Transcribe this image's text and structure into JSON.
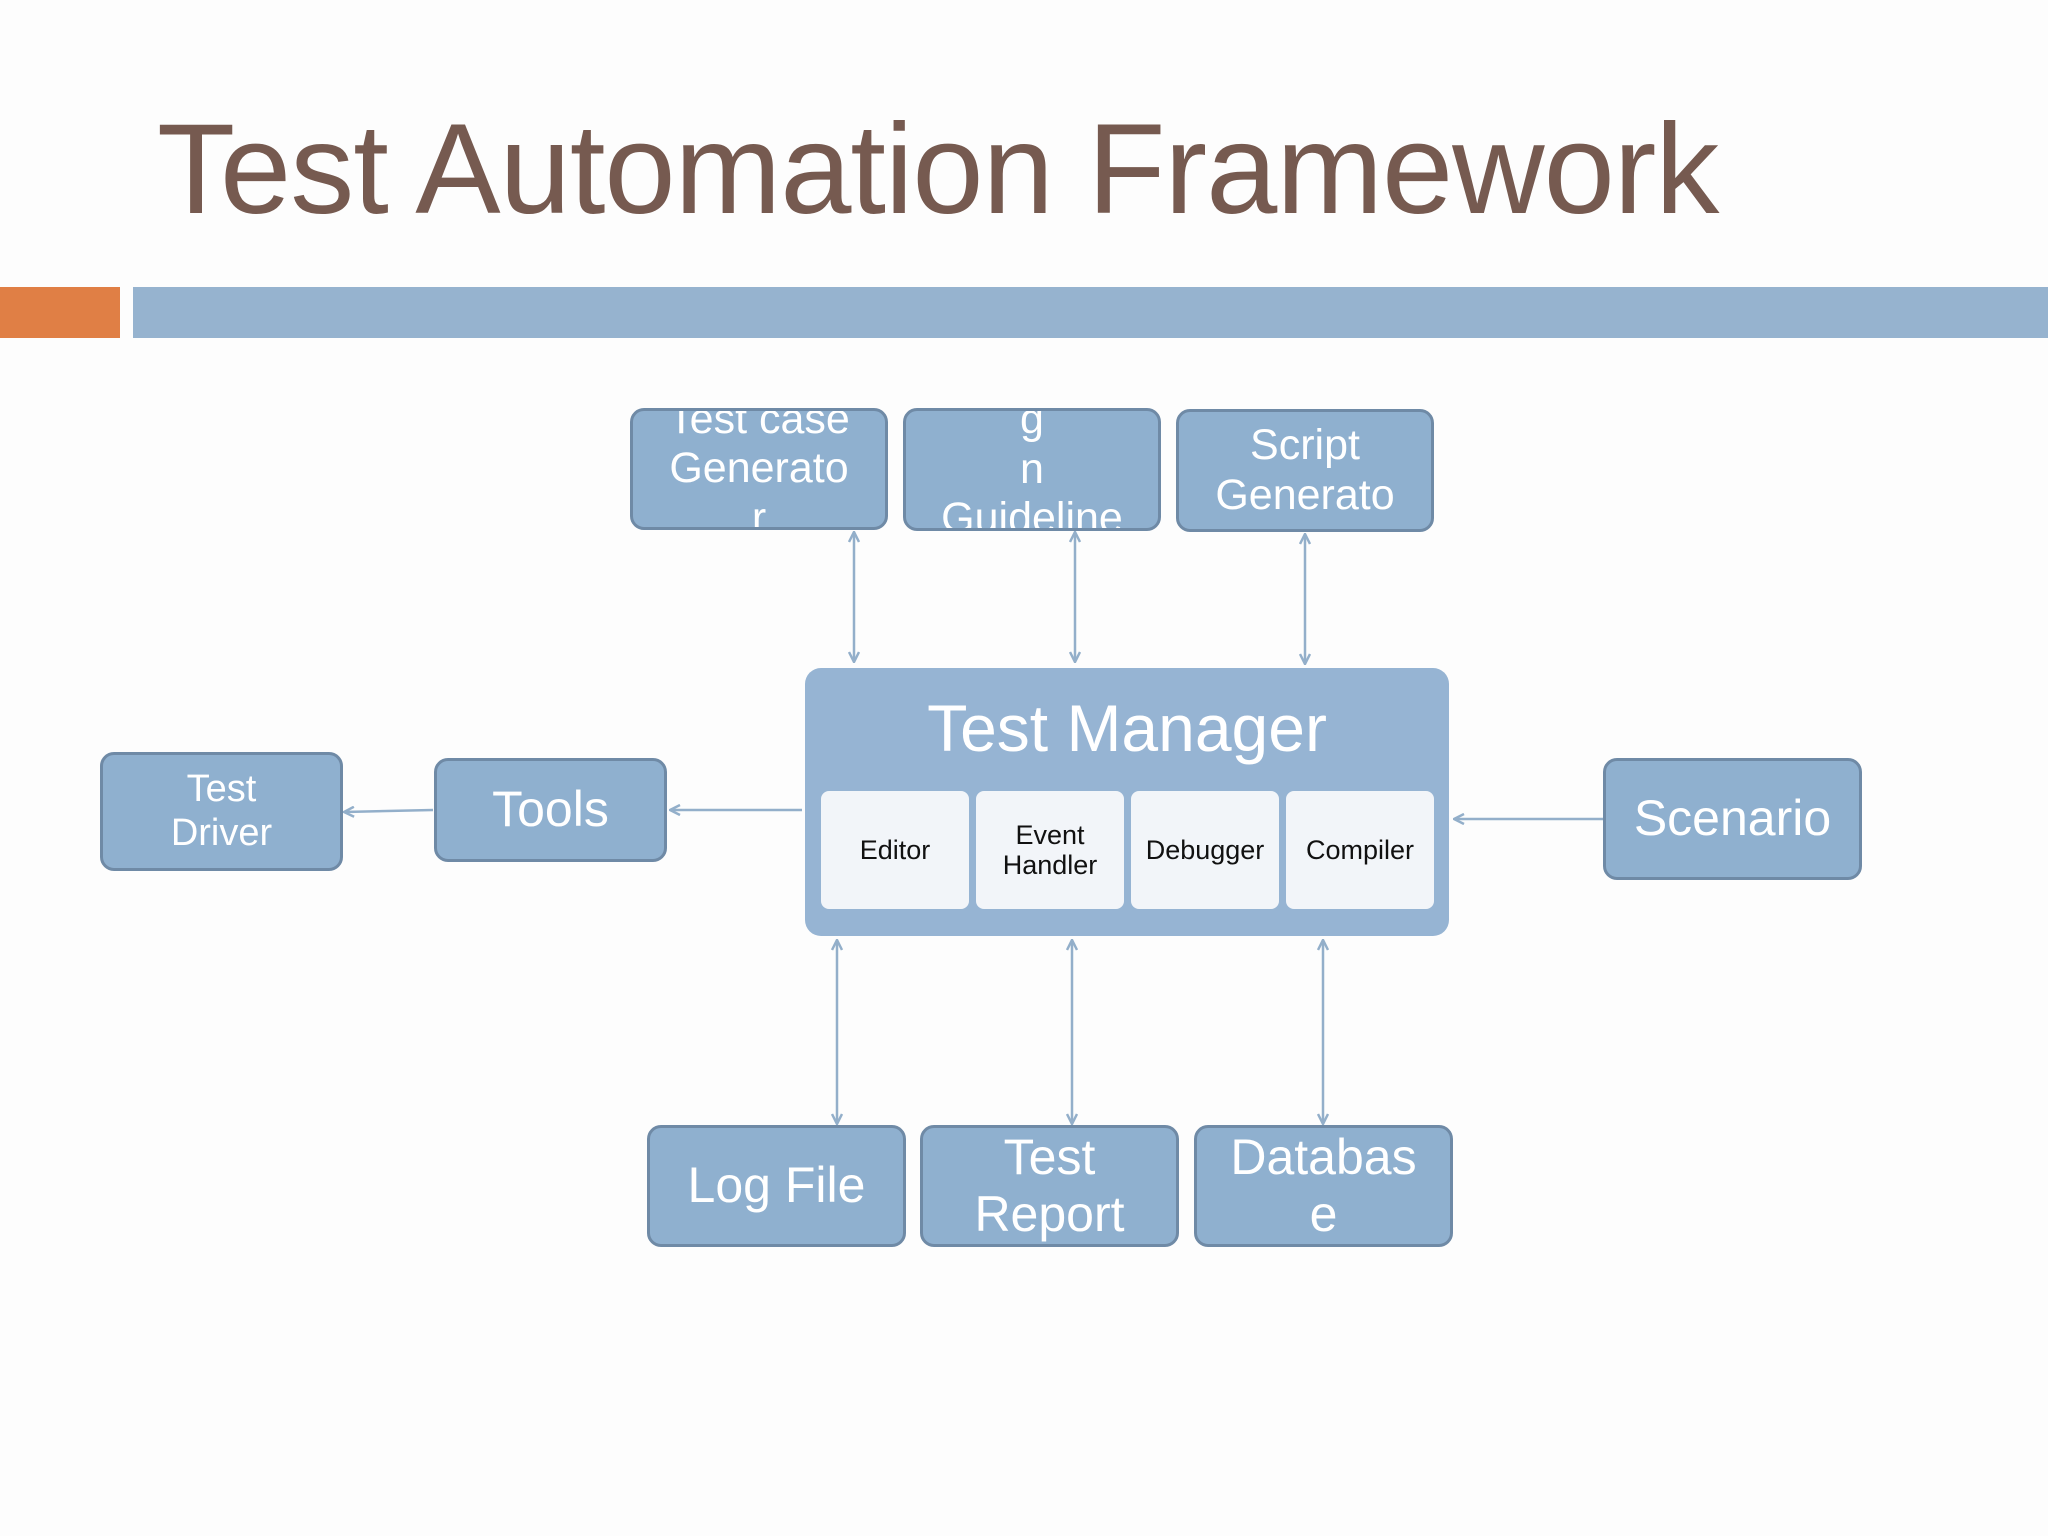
{
  "title": "Test Automation Framework",
  "colors": {
    "title": "#765a50",
    "accent_bar": "#e07f45",
    "header_bar": "#96b3cf",
    "box_fill": "#8fb0cf",
    "box_border": "#6f8aa6",
    "manager_fill": "#96b4d3",
    "arrow": "#93afca"
  },
  "top_boxes": {
    "test_case_generator": "Test case\nGenerato\nr",
    "guideline": "g\nn\nGuideline",
    "script_generator": "Script\nGenerato"
  },
  "left_boxes": {
    "test_driver": "Test\nDriver",
    "tools": "Tools"
  },
  "right_boxes": {
    "scenario": "Scenario"
  },
  "bottom_boxes": {
    "log_file": "Log File",
    "test_report": "Test\nReport",
    "database": "Databas\ne"
  },
  "test_manager": {
    "title": "Test Manager",
    "components": [
      "Editor",
      "Event\nHandler",
      "Debugger",
      "Compiler"
    ]
  }
}
